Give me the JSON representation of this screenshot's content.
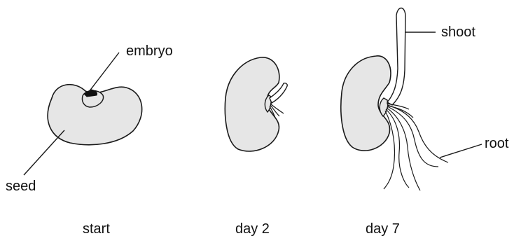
{
  "labels": {
    "embryo": "embryo",
    "seed": "seed",
    "shoot": "shoot",
    "root": "root"
  },
  "captions": {
    "start": "start",
    "day2": "day 2",
    "day7": "day 7"
  },
  "colors": {
    "seed_fill": "#e6e6e6",
    "stroke": "#1a1a1a",
    "embryo_fill": "#111111"
  }
}
